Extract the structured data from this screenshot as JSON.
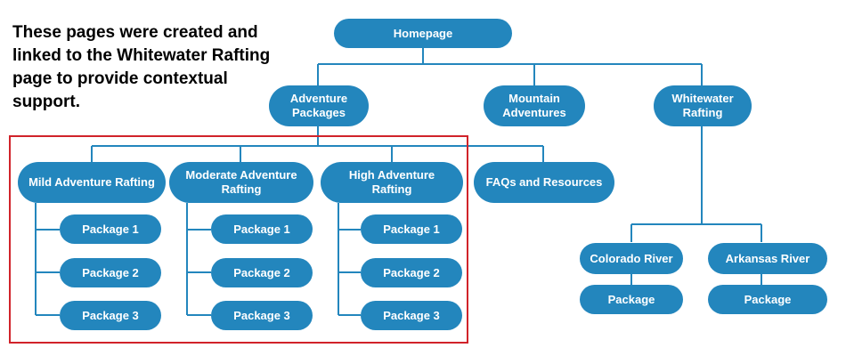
{
  "caption": "These pages were created and linked to the Whitewater Rafting page to provide contextual support.",
  "colors": {
    "node": "#2386bd",
    "line": "#2386bd",
    "highlight": "#d1232a",
    "text": "#ffffff"
  },
  "nodes": {
    "homepage": "Homepage",
    "adventure_packages": "Adventure Packages",
    "mountain_adventures": "Mountain Adventures",
    "whitewater_rafting": "Whitewater Rafting",
    "mild": "Mild Adventure Rafting",
    "moderate": "Moderate Adventure Rafting",
    "high": "High Adventure Rafting",
    "faqs": "FAQs and Resources",
    "package_1": "Package 1",
    "package_2": "Package 2",
    "package_3": "Package 3",
    "colorado": "Colorado River",
    "arkansas": "Arkansas River",
    "package": "Package"
  }
}
